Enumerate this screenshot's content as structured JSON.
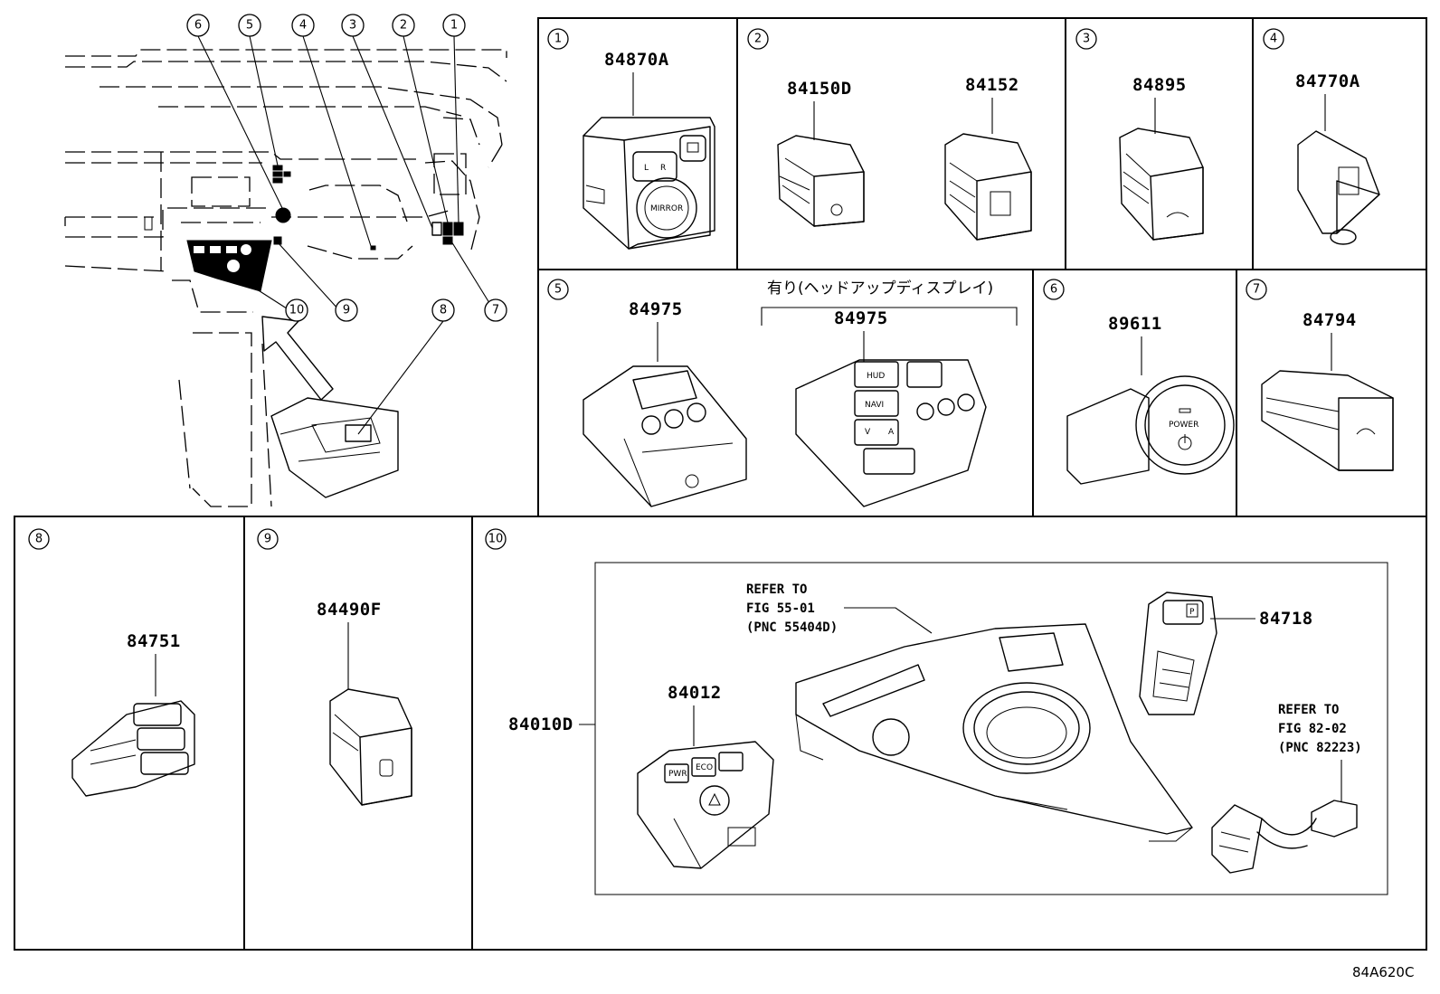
{
  "overview": {
    "callouts": [
      "6",
      "5",
      "4",
      "3",
      "2",
      "1",
      "10",
      "9",
      "8",
      "7"
    ]
  },
  "panels": [
    {
      "number": "1",
      "parts": [
        "84870A"
      ]
    },
    {
      "number": "2",
      "parts": [
        "84150D",
        "84152"
      ]
    },
    {
      "number": "3",
      "parts": [
        "84895"
      ]
    },
    {
      "number": "4",
      "parts": [
        "84770A"
      ]
    },
    {
      "number": "5",
      "parts": [
        "84975",
        "84975"
      ],
      "note": "有り(ヘッドアップディスプレイ)"
    },
    {
      "number": "6",
      "parts": [
        "89611"
      ]
    },
    {
      "number": "7",
      "parts": [
        "84794"
      ]
    },
    {
      "number": "8",
      "parts": [
        "84751"
      ]
    },
    {
      "number": "9",
      "parts": [
        "84490F"
      ]
    },
    {
      "number": "10",
      "parts": [
        "84010D",
        "84012",
        "84718"
      ]
    }
  ],
  "refers": [
    {
      "line1": "REFER TO",
      "line2": "FIG 55-01",
      "line3": "(PNC 55404D)"
    },
    {
      "line1": "REFER TO",
      "line2": "FIG 82-02",
      "line3": "(PNC 82223)"
    }
  ],
  "switch_labels": {
    "mirror_l": "L",
    "mirror_r": "R",
    "mirror": "MIRROR",
    "hud": "HUD",
    "navi": "NAVI",
    "power": "POWER",
    "pwr": "PWR",
    "eco": "ECO",
    "p": "P",
    "v": "V",
    "a": "A"
  },
  "figure_code": "84A620C"
}
